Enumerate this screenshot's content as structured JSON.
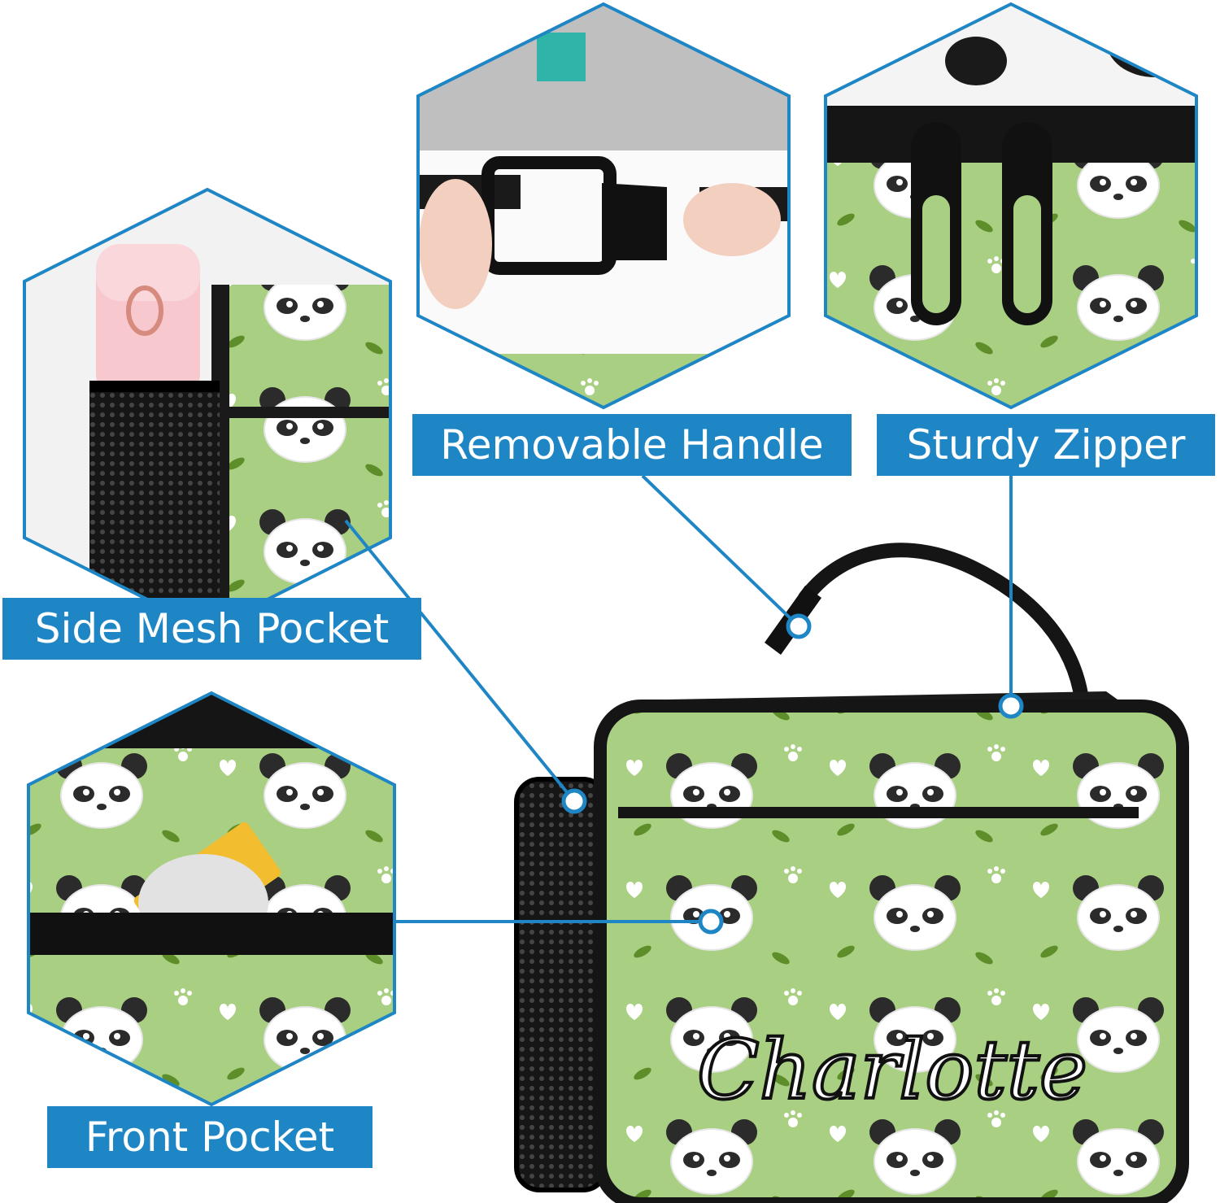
{
  "labels": {
    "removable_handle": "Removable Handle",
    "sturdy_zipper": "Sturdy Zipper",
    "side_mesh_pocket": "Side Mesh Pocket",
    "front_pocket": "Front Pocket"
  },
  "bag_name": "Charlotte",
  "colors": {
    "accent_blue": "#1f86c6",
    "bag_green": "#a9cf82",
    "trim_black": "#1a1a1a"
  }
}
